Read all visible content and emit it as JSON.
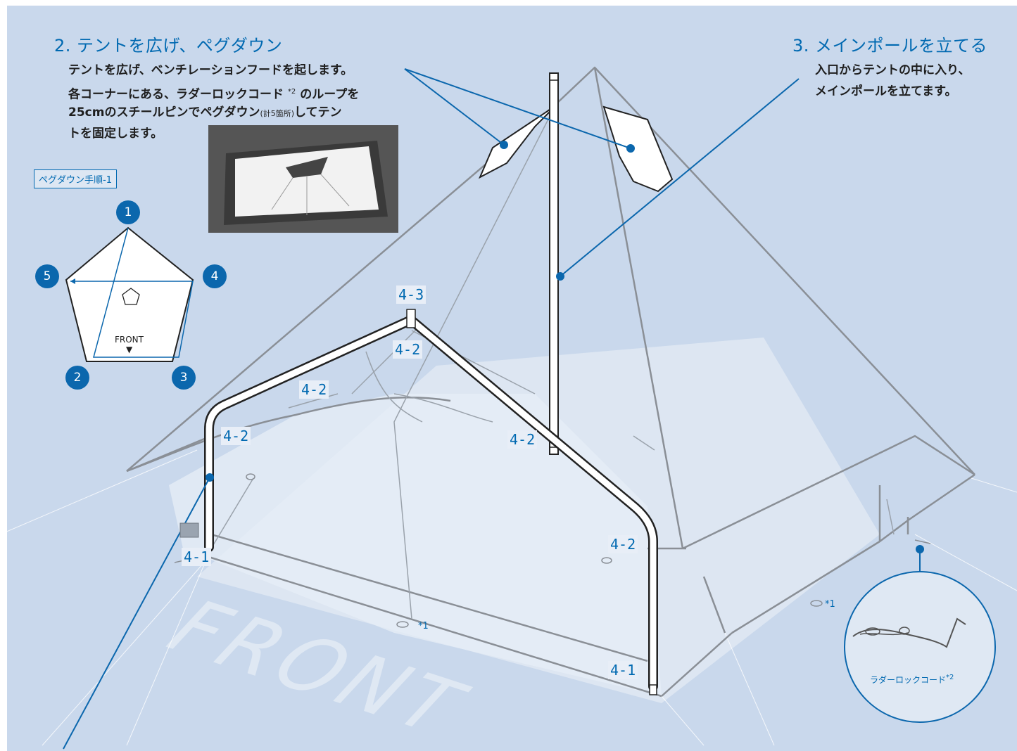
{
  "step2": {
    "heading": "2. テントを広げ、ペグダウン",
    "line1": "テントを広げ、ベンチレーションフードを起します。",
    "line2a": "各コーナーにある、ラダーロックコード",
    "line2_sup": "*2",
    "line2b": "のループを",
    "line3a": "25cmのスチールピンでペグダウン",
    "line3_small": "(計5箇所)",
    "line3b": "してテン",
    "line4": "トを固定します。"
  },
  "step3": {
    "heading": "3. メインポールを立てる",
    "line1": "入口からテントの中に入り、",
    "line2": "メインポールを立てます。"
  },
  "pegdown": {
    "tag": "ペグダウン手順-1",
    "points": [
      "1",
      "2",
      "3",
      "4",
      "5"
    ],
    "front": "FRONT",
    "arrow": "▼"
  },
  "pole_labels": {
    "l43": "4-3",
    "l42_top": "4-2",
    "l42_left": "4-2",
    "l42_leftlow": "4-2",
    "l42_right": "4-2",
    "l42_rightlow": "4-2",
    "l41_left": "4-1",
    "l41_right": "4-1"
  },
  "asterisks": {
    "a1": "*1",
    "a2": "*1"
  },
  "floor_text": "FRONT",
  "detail": {
    "label": "ラダーロックコード",
    "sup": "*2"
  },
  "colors": {
    "accent": "#0069b1",
    "panel": "#c9d8ec",
    "floor": "#dfe8f3",
    "text": "#1e1e1e"
  }
}
